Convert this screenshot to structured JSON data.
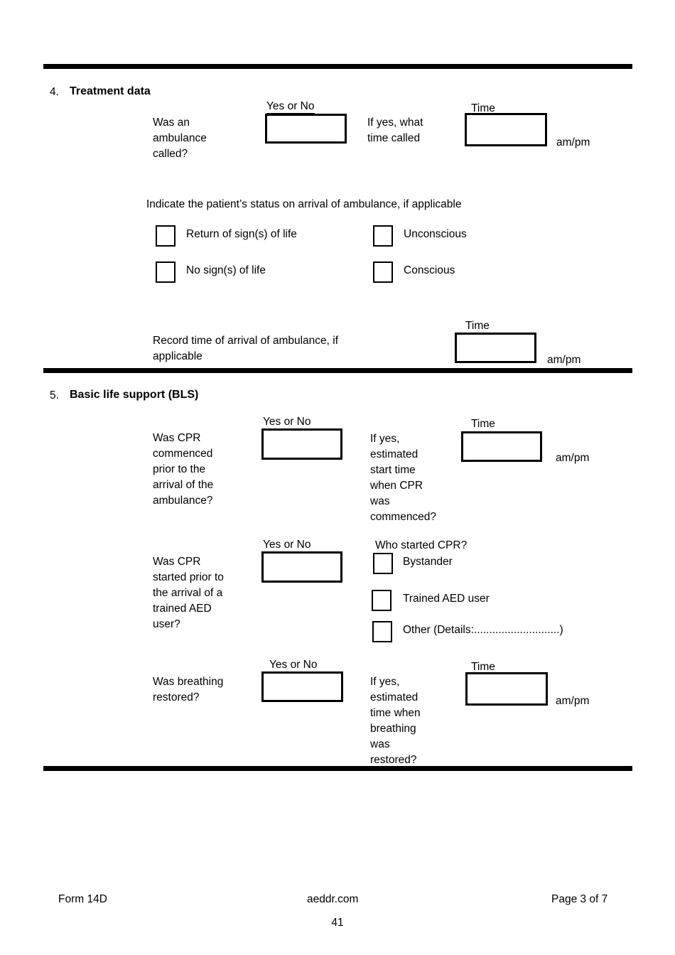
{
  "labels": {
    "yes_or_no": "Yes or No",
    "time": "Time",
    "ampm": "am/pm"
  },
  "section4": {
    "number": "4.",
    "title": "Treatment data",
    "ambulance": {
      "question": "Was an\nambulance\ncalled?",
      "if_yes": "If yes, what\ntime called",
      "yes_no_value": "",
      "time_value": ""
    },
    "status": {
      "prompt": "Indicate the patient’s status on arrival of ambulance, if applicable",
      "options": [
        {
          "label": "Return of sign(s) of life",
          "checked": false
        },
        {
          "label": "Unconscious",
          "checked": false
        },
        {
          "label": "No sign(s) of life",
          "checked": false
        },
        {
          "label": "Conscious",
          "checked": false
        }
      ]
    },
    "arrival_time": {
      "question": "Record time of arrival of ambulance, if\napplicable",
      "time_value": ""
    }
  },
  "section5": {
    "number": "5.",
    "title": "Basic life support (BLS)",
    "cpr_commenced": {
      "question": "Was CPR\ncommenced\nprior to the\narrival of the\nambulance?",
      "if_yes": "If yes,\nestimated\nstart time\nwhen CPR\nwas\ncommenced?",
      "yes_no_value": "",
      "time_value": ""
    },
    "cpr_started": {
      "question": "Was CPR\nstarted prior to\nthe arrival of a\ntrained AED\nuser?",
      "who_started_label": "Who started CPR?",
      "yes_no_value": "",
      "options": [
        {
          "label": "Bystander",
          "checked": false
        },
        {
          "label": "Trained AED user",
          "checked": false
        },
        {
          "label": "Other (Details:............................)",
          "checked": false
        }
      ]
    },
    "breathing": {
      "question": "Was breathing\nrestored?",
      "if_yes": "If yes,\nestimated\ntime when\nbreathing\nwas\nrestored?",
      "yes_no_value": "",
      "time_value": ""
    }
  },
  "footer": {
    "form": "Form 14D",
    "site": "aeddr.com",
    "page": "Page 3 of 7",
    "page_number": "41"
  }
}
